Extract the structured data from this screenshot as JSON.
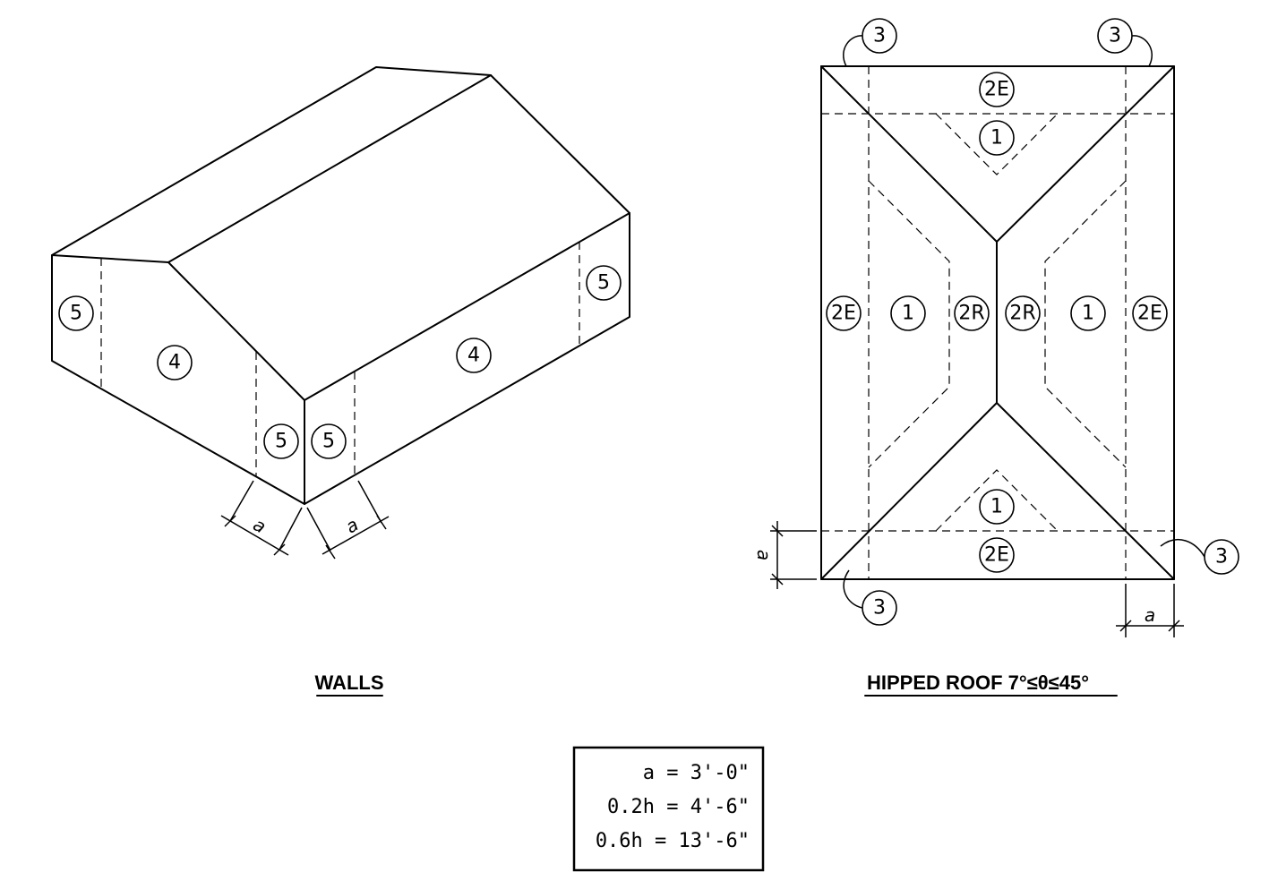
{
  "walls_view": {
    "title": "WALLS",
    "zones": [
      "5",
      "4",
      "5",
      "5",
      "4",
      "5"
    ],
    "dim_labels": [
      "a",
      "a"
    ]
  },
  "roof_view": {
    "title": "HIPPED ROOF 7°≤θ≤45°",
    "zones_top": [
      "3",
      "3",
      "2E",
      "1"
    ],
    "zones_mid": [
      "2E",
      "1",
      "2R",
      "2R",
      "1",
      "2E"
    ],
    "zones_bottom": [
      "1",
      "2E",
      "3",
      "3"
    ],
    "dim_labels": [
      "a",
      "a"
    ]
  },
  "legend": {
    "rows": [
      "a = 3'-0\"",
      "0.2h = 4'-6\"",
      "0.6h = 13'-6\""
    ]
  }
}
